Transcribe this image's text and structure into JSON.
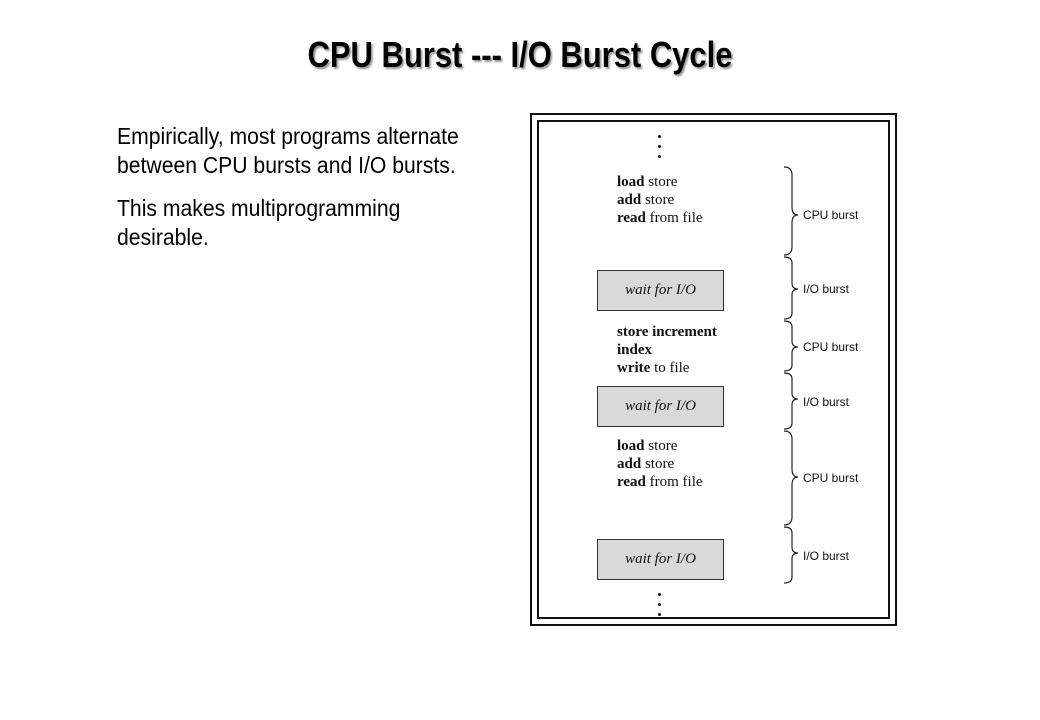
{
  "slide": {
    "title": "CPU Burst --- I/O Burst Cycle",
    "paragraphs": [
      "Empirically, most programs alternate between CPU bursts and I/O bursts.",
      "This makes multiprogramming desirable."
    ]
  },
  "figure": {
    "group1": [
      {
        "kw": "load",
        "rest": " store"
      },
      {
        "kw": "add",
        "rest": " store"
      },
      {
        "kw": "read",
        "rest": " from file"
      }
    ],
    "group2": [
      {
        "kw": "store increment",
        "rest": ""
      },
      {
        "kw": "index",
        "rest": ""
      },
      {
        "kw": "write",
        "rest": " to file"
      }
    ],
    "group3": [
      {
        "kw": "load",
        "rest": " store"
      },
      {
        "kw": "add",
        "rest": " store"
      },
      {
        "kw": "read",
        "rest": " from file"
      }
    ],
    "wait_label": "wait for I/O",
    "cpu_burst_label": "CPU burst",
    "io_burst_label": "I/O burst"
  }
}
